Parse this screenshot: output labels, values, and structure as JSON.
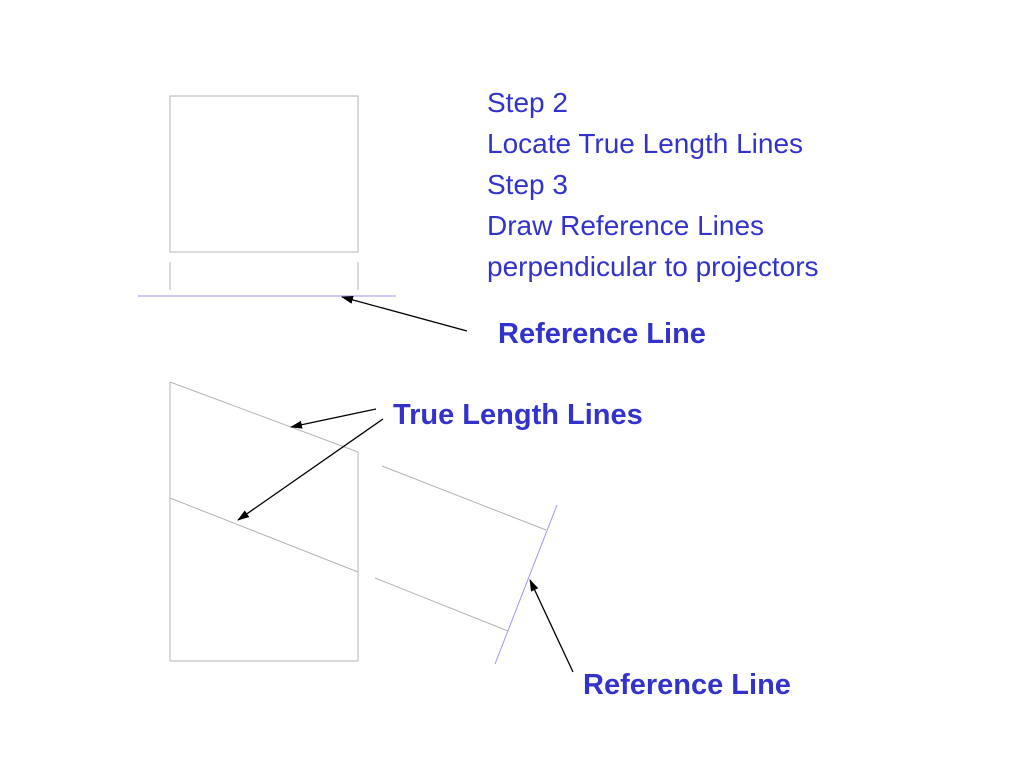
{
  "steps": {
    "step2_title": "Step 2",
    "step2_text": "Locate True Length Lines",
    "step3_title": "Step 3",
    "step3_text_line1": "Draw Reference Lines",
    "step3_text_line2": "perpendicular to projectors"
  },
  "labels": {
    "reference_line_top": "Reference Line",
    "true_length_lines": "True Length Lines",
    "reference_line_bottom": "Reference Line"
  },
  "colors": {
    "text": "#3333cc",
    "drawing_lines": "#b4b4b4",
    "reference_lines": "#9999ee",
    "arrows": "#000000"
  }
}
